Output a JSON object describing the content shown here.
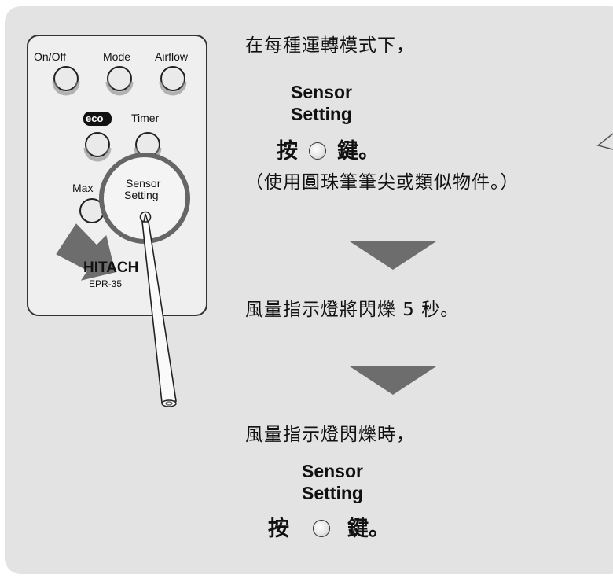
{
  "remote": {
    "buttons": {
      "on_off": "On/Off",
      "mode": "Mode",
      "airflow": "Airflow",
      "eco": "eco",
      "timer": "Timer",
      "max": "Max"
    },
    "magnified_label_line1": "Sensor",
    "magnified_label_line2": "Setting",
    "brand": "HITACH",
    "model": "EPR-35"
  },
  "steps": {
    "step1": {
      "intro": "在每種運轉模式下，",
      "button_name_line1": "Sensor",
      "button_name_line2": "Setting",
      "press_prefix": "按",
      "press_suffix": "鍵。",
      "note": "（使用圓珠筆筆尖或類似物件。）"
    },
    "step2": {
      "text": "風量指示燈將閃爍 5 秒。"
    },
    "step3": {
      "intro": "風量指示燈閃爍時，",
      "button_name_line1": "Sensor",
      "button_name_line2": "Setting",
      "press_prefix": "按",
      "press_suffix": "鍵。"
    }
  },
  "colors": {
    "panel_background": "#e3e3e3",
    "arrow_gray": "#6d6d6d",
    "remote_body": "#efefef"
  }
}
